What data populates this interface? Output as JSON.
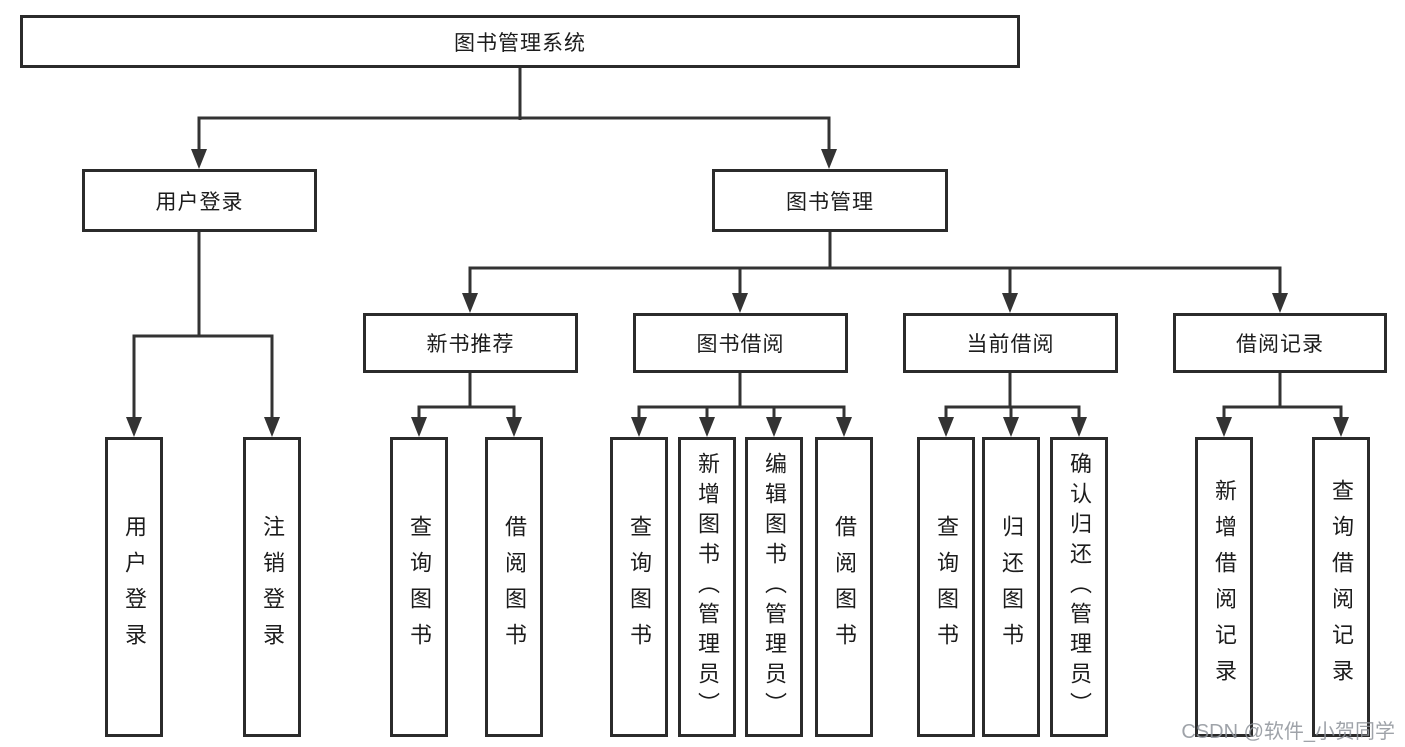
{
  "watermark": "CSDN @软件_小贺同学",
  "colors": {
    "line": "#333333",
    "box_border": "#2b2b2b",
    "text": "#1c1c1c",
    "watermark": "#8f949b",
    "background": "#ffffff"
  },
  "diagram": {
    "root": {
      "label": "图书管理系统"
    },
    "level2": {
      "user_login": {
        "label": "用户登录",
        "children": [
          {
            "label": "用户登录"
          },
          {
            "label": "注销登录"
          }
        ]
      },
      "book_management": {
        "label": "图书管理",
        "children": [
          {
            "label": "新书推荐",
            "children": [
              {
                "label": "查询图书"
              },
              {
                "label": "借阅图书"
              }
            ]
          },
          {
            "label": "图书借阅",
            "children": [
              {
                "label": "查询图书"
              },
              {
                "label": "新增图书（管理员）"
              },
              {
                "label": "编辑图书（管理员）"
              },
              {
                "label": "借阅图书"
              }
            ]
          },
          {
            "label": "当前借阅",
            "children": [
              {
                "label": "查询图书"
              },
              {
                "label": "归还图书"
              },
              {
                "label": "确认归还（管理员）"
              }
            ]
          },
          {
            "label": "借阅记录",
            "children": [
              {
                "label": "新增借阅记录"
              },
              {
                "label": "查询借阅记录"
              }
            ]
          }
        ]
      }
    }
  }
}
